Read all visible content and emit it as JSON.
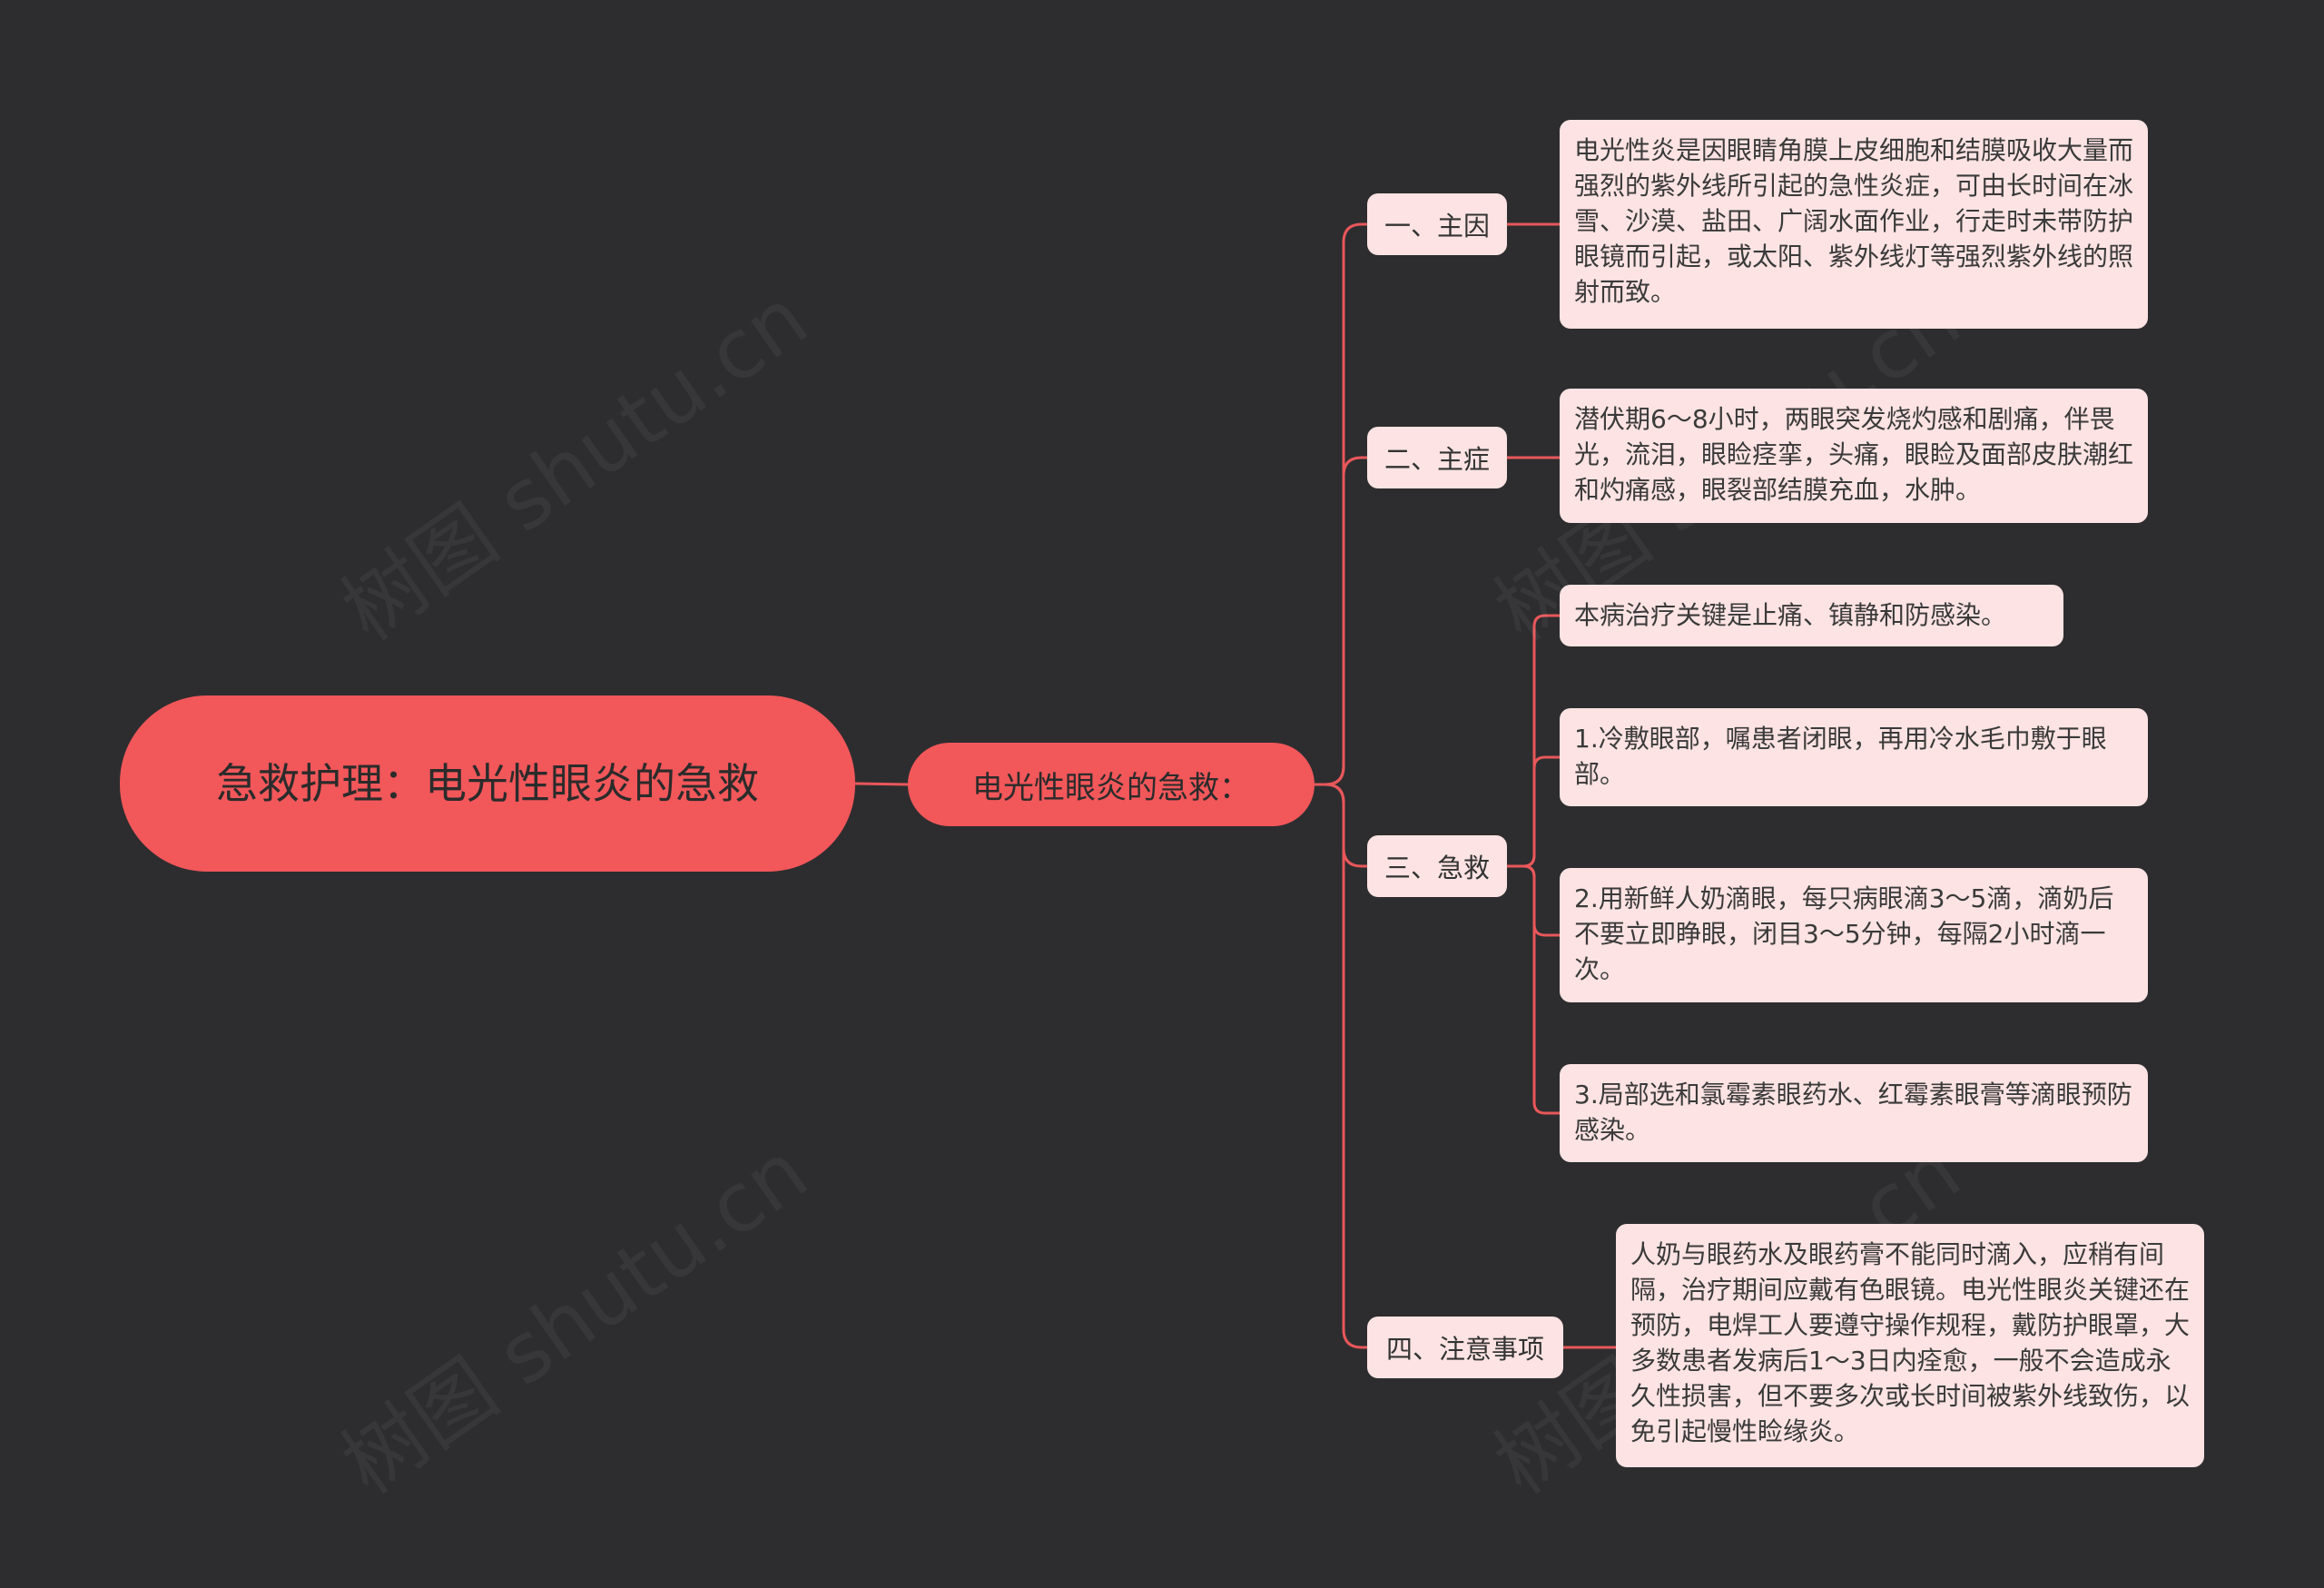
{
  "root": {
    "title": "急救护理：电光性眼炎的急救"
  },
  "hub": {
    "label": "电光性眼炎的急救："
  },
  "branches": [
    {
      "label": "一、主因",
      "leaves": [
        "电光性炎是因眼睛角膜上皮细胞和结膜吸收大量而强烈的紫外线所引起的急性炎症，可由长时间在冰雪、沙漠、盐田、广阔水面作业，行走时未带防护眼镜而引起，或太阳、紫外线灯等强烈紫外线的照射而致。"
      ]
    },
    {
      "label": "二、主症",
      "leaves": [
        "潜伏期6～8小时，两眼突发烧灼感和剧痛，伴畏光，流泪，眼睑痉挛，头痛，眼睑及面部皮肤潮红和灼痛感，眼裂部结膜充血，水肿。"
      ]
    },
    {
      "label": "三、急救",
      "leaves": [
        "本病治疗关键是止痛、镇静和防感染。",
        "1.冷敷眼部，嘱患者闭眼，再用冷水毛巾敷于眼部。",
        "2.用新鲜人奶滴眼，每只病眼滴3～5滴，滴奶后不要立即睁眼，闭目3～5分钟，每隔2小时滴一次。",
        "3.局部选和氯霉素眼药水、红霉素眼膏等滴眼预防感染。"
      ]
    },
    {
      "label": "四、注意事项",
      "leaves": [
        "人奶与眼药水及眼药膏不能同时滴入，应稍有间隔，治疗期间应戴有色眼镜。电光性眼炎关键还在预防，电焊工人要遵守操作规程，戴防护眼罩，大多数患者发病后1～3日内痊愈，一般不会造成永久性损害，但不要多次或长时间被紫外线致伤，以免引起慢性睑缘炎。"
      ]
    }
  ],
  "watermark": "树图 shutu.cn",
  "colors": {
    "background": "#2d2d2f",
    "accent": "#f2575a",
    "node_fill": "#fde3e3",
    "link": "#e8575a"
  }
}
